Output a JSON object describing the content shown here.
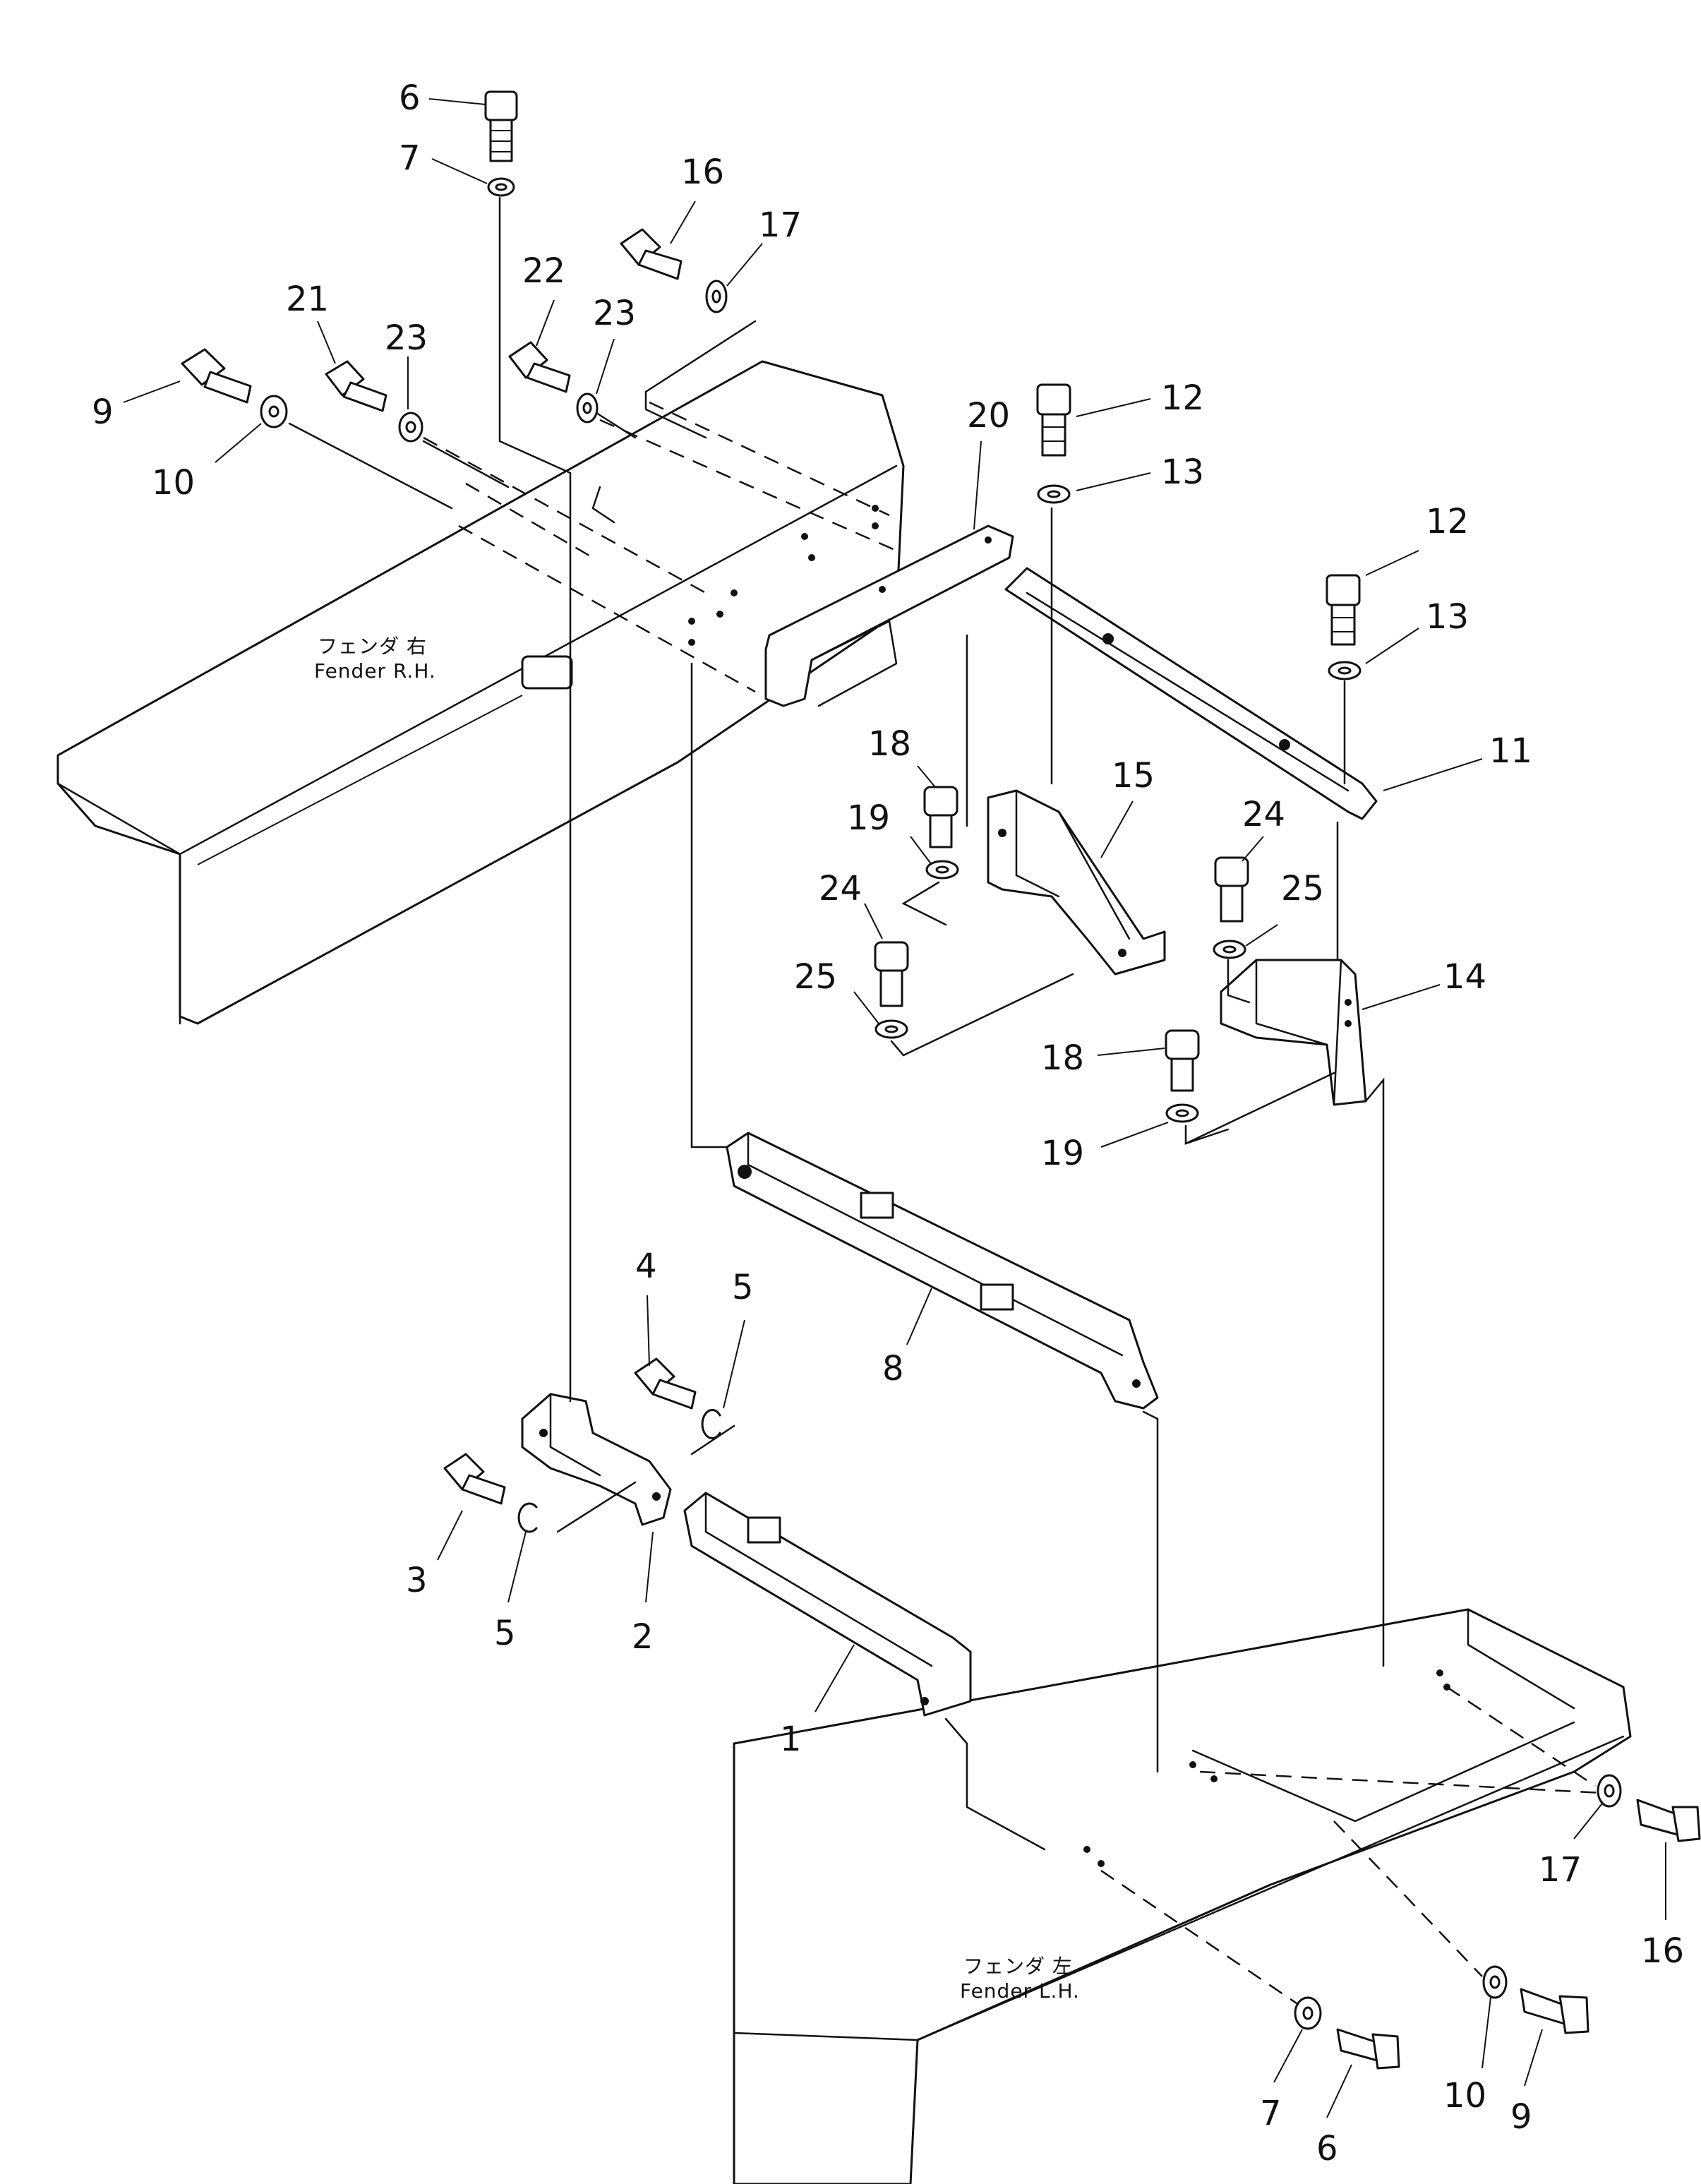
{
  "diagram": {
    "fender_rh": {
      "jp": "フェンダ 右",
      "en": "Fender R.H."
    },
    "fender_lh": {
      "jp": "フェンダ 左",
      "en": "Fender L.H."
    },
    "callouts": {
      "c1": "1",
      "c2": "2",
      "c3": "3",
      "c4": "4",
      "c5a": "5",
      "c5b": "5",
      "c6a": "6",
      "c6b": "6",
      "c7a": "7",
      "c7b": "7",
      "c8": "8",
      "c9a": "9",
      "c9b": "9",
      "c10a": "10",
      "c10b": "10",
      "c11": "11",
      "c12a": "12",
      "c12b": "12",
      "c13a": "13",
      "c13b": "13",
      "c14": "14",
      "c15": "15",
      "c16a": "16",
      "c16b": "16",
      "c17a": "17",
      "c17b": "17",
      "c18a": "18",
      "c18b": "18",
      "c19a": "19",
      "c19b": "19",
      "c20": "20",
      "c21": "21",
      "c22": "22",
      "c23a": "23",
      "c23b": "23",
      "c24a": "24",
      "c24b": "24",
      "c25a": "25",
      "c25b": "25"
    }
  }
}
